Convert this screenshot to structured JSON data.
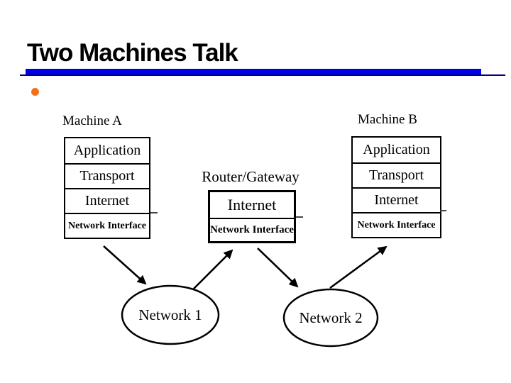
{
  "slide": {
    "title": "Two Machines Talk",
    "machine_a": {
      "label": "Machine A",
      "layers": [
        "Application",
        "Transport",
        "Internet",
        "Network Interface"
      ]
    },
    "router": {
      "label": "Router/Gateway",
      "layers": [
        "Internet",
        "Network Interface"
      ]
    },
    "machine_b": {
      "label": "Machine B",
      "layers": [
        "Application",
        "Transport",
        "Internet",
        "Network Interface"
      ]
    },
    "networks": {
      "net1": "Network 1",
      "net2": "Network 2"
    },
    "colors": {
      "title": "#000000",
      "rule": "#0101E6",
      "rule_shadow": "#000080",
      "bullet": "#F07119",
      "diagram": "#000000"
    }
  }
}
